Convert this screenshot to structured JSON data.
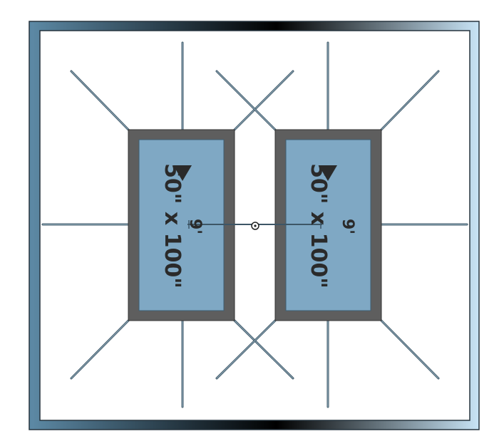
{
  "drawing": {
    "colors": {
      "frame_outer": "#5d8aa6",
      "frame_light": "#c8e4f6",
      "frame_stroke": "#26343e",
      "frame_inner": "#ffffff",
      "well": "#5e5e5e",
      "well_stroke": "#333333",
      "pane": "#7fa8c4",
      "pane_stroke": "#3d5d70",
      "strut": "#8fa9b8",
      "strut_stroke": "#3d5666",
      "label": "#2a2a2a"
    },
    "panels": [
      {
        "name": "left-skylight",
        "size_label": "50\" x 100\"",
        "height_label": "9'",
        "marker": "direction-triangle-icon"
      },
      {
        "name": "right-skylight",
        "size_label": "50\" x 100\"",
        "height_label": "9'",
        "marker": "direction-triangle-icon"
      }
    ],
    "center_marker": "origin-point-icon"
  }
}
